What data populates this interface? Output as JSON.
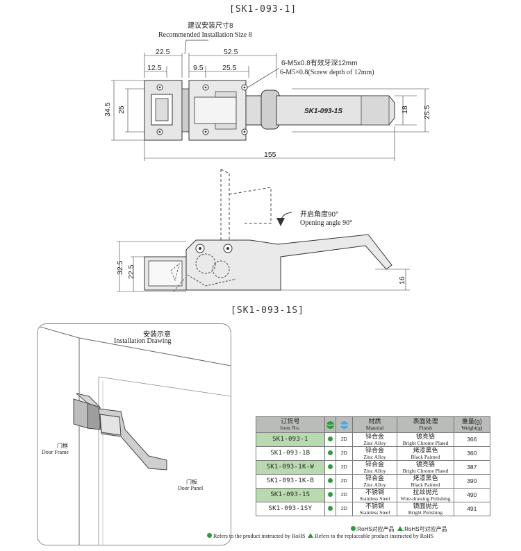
{
  "top_view": {
    "title": "[SK1-093-1]",
    "install_size_cn": "建议安装尺寸8",
    "install_size_en": "Recommended Installation Size 8",
    "screw_cn": "6-M5x0.8有效牙深12mm",
    "screw_en": "6-M5×0.8(Screw depth of 12mm)",
    "part_mark": "SK1-093-1S",
    "dims": {
      "d22_5": "22.5",
      "d52_5": "52.5",
      "d12_5": "12.5",
      "d9_5": "9.5",
      "d25_5_top": "25.5",
      "d34_5": "34.5",
      "d25": "25",
      "d18": "18",
      "d25_5_right": "25.5",
      "d155": "155"
    }
  },
  "side_view": {
    "title": "[SK1-093-1S]",
    "opening_cn": "开启角度90°",
    "opening_en": "Opening angle 90°",
    "dims": {
      "d32_5": "32.5",
      "d22_5": "22.5",
      "d16": "16"
    }
  },
  "install_drawing": {
    "title_cn": "安装示意",
    "title_en": "Installation Drawing",
    "frame_cn": "门框",
    "frame_en": "Door Frame",
    "panel_cn": "门板",
    "panel_en": "Door Panel"
  },
  "spec_table": {
    "headers": {
      "item_cn": "订货号",
      "item_en": "Item No.",
      "icon1": "RoHS",
      "icon2": "RoHS",
      "material_cn": "材质",
      "material_en": "Material",
      "finish_cn": "表面处理",
      "finish_en": "Finish",
      "weight_cn": "重量(g)",
      "weight_en": "Weight(g)"
    },
    "rows": [
      {
        "item": "SK1-093-1",
        "col2": "2D",
        "mat_cn": "锌合金",
        "mat_en": "Zinc Alloy",
        "fin_cn": "镀亮铬",
        "fin_en": "Bright Chrome Plated",
        "weight": "366"
      },
      {
        "item": "SK1-093-1B",
        "col2": "2D",
        "mat_cn": "锌合金",
        "mat_en": "Zinc Alloy",
        "fin_cn": "烤漆黑色",
        "fin_en": "Black Painted",
        "weight": "360"
      },
      {
        "item": "SK1-093-1K-W",
        "col2": "2D",
        "mat_cn": "锌合金",
        "mat_en": "Zinc Alloy",
        "fin_cn": "镀亮铬",
        "fin_en": "Bright Chrome Plated",
        "weight": "387"
      },
      {
        "item": "SK1-093-1K-B",
        "col2": "2D",
        "mat_cn": "锌合金",
        "mat_en": "Zinc Alloy",
        "fin_cn": "烤漆黑色",
        "fin_en": "Black Painted",
        "weight": "390"
      },
      {
        "item": "SK1-093-1S",
        "col2": "2D",
        "mat_cn": "不锈钢",
        "mat_en": "Stainless Steel",
        "fin_cn": "拉丝抛光",
        "fin_en": "Wire-drawing Polishing",
        "weight": "490"
      },
      {
        "item": "SK1-093-1SY",
        "col2": "2D",
        "mat_cn": "不锈钢",
        "mat_en": "Stainless Steel",
        "fin_cn": "镜面抛光",
        "fin_en": "Bright Polishing",
        "weight": "491"
      }
    ],
    "legend": {
      "rohs_cn": ":RoHS对应产品",
      "replace_cn": ":RoHS可对应产品",
      "rohs_en": "Refers to the product instructed by RoHS",
      "replace_en": "Refers to the replaceable product instructed by RoHS"
    }
  },
  "colors": {
    "green": "#2e9b3e",
    "header_gray": "#b9bcb9",
    "row_green": "#b9d9b0"
  }
}
